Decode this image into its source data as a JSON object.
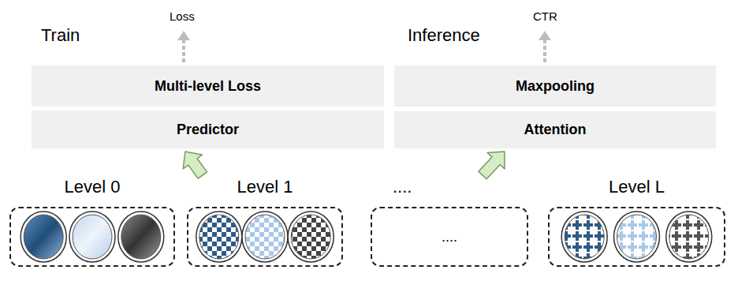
{
  "diagram": {
    "nodes": [
      {
        "text": [
          "Multi-level Loss"
        ]
      },
      {
        "text": [
          "Predictor"
        ]
      },
      {
        "text": [
          "Maxpooling"
        ]
      },
      {
        "text": [
          "Attention"
        ]
      },
      {
        "text": [
          "Level 0"
        ]
      },
      {
        "text": [
          "Level 1"
        ]
      },
      {
        "text": [
          "....",
          "...."
        ]
      },
      {
        "text": [
          "Level L"
        ]
      }
    ],
    "edges": [
      {
        "from": 5,
        "to": 1,
        "arrow": "to"
      },
      {
        "from": 6,
        "to": 3,
        "arrow": "to"
      }
    ],
    "labels": [
      "Train",
      "Loss",
      "Inference",
      "CTR"
    ]
  }
}
